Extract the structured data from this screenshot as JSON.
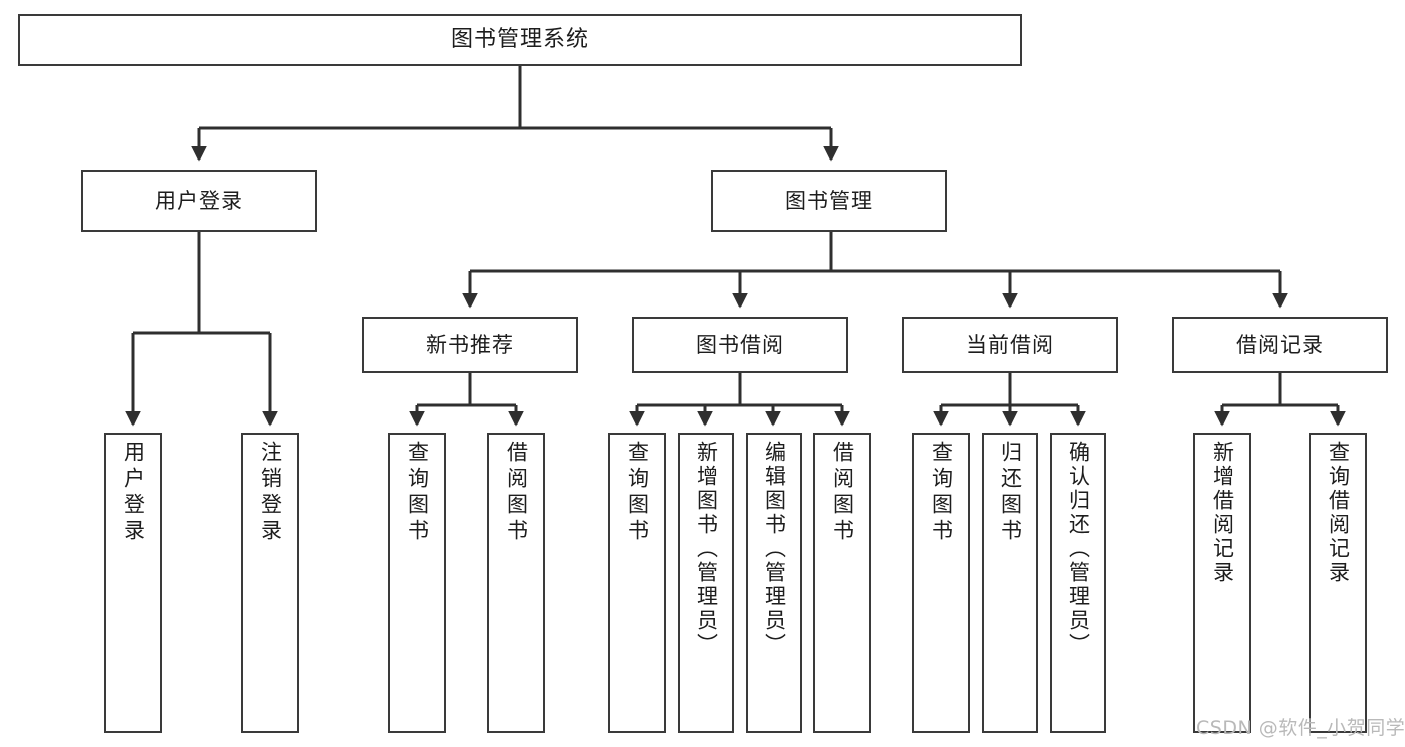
{
  "diagram": {
    "title": "图书管理系统",
    "type": "tree",
    "orientation": "top-down",
    "colors": {
      "box_border": "#3a3a3a",
      "box_fill": "#ffffff",
      "connector": "#2f2f2f",
      "text": "#1d1d1d",
      "watermark": "#b9b9b9",
      "background": "#ffffff"
    }
  },
  "nodes": {
    "root": {
      "label": "图书管理系统",
      "level": 1
    },
    "level2": [
      {
        "id": "user-login",
        "label": "用户登录"
      },
      {
        "id": "book-manage",
        "label": "图书管理"
      }
    ],
    "level3": [
      {
        "id": "new-book-recommend",
        "label": "新书推荐",
        "parent": "book-manage"
      },
      {
        "id": "book-borrow",
        "label": "图书借阅",
        "parent": "book-manage"
      },
      {
        "id": "current-borrow",
        "label": "当前借阅",
        "parent": "book-manage"
      },
      {
        "id": "borrow-record",
        "label": "借阅记录",
        "parent": "book-manage"
      }
    ],
    "leaves": {
      "user-login": [
        {
          "id": "leaf-user-login",
          "label": "用户登录"
        },
        {
          "id": "leaf-logout",
          "label": "注销登录"
        }
      ],
      "new-book-recommend": [
        {
          "id": "leaf-query-book-1",
          "label": "查询图书"
        },
        {
          "id": "leaf-borrow-book-1",
          "label": "借阅图书"
        }
      ],
      "book-borrow": [
        {
          "id": "leaf-query-book-2",
          "label": "查询图书"
        },
        {
          "id": "leaf-add-book",
          "label": "新增图书（管理员）"
        },
        {
          "id": "leaf-edit-book",
          "label": "编辑图书（管理员）"
        },
        {
          "id": "leaf-borrow-book-2",
          "label": "借阅图书"
        }
      ],
      "current-borrow": [
        {
          "id": "leaf-query-book-3",
          "label": "查询图书"
        },
        {
          "id": "leaf-return-book",
          "label": "归还图书"
        },
        {
          "id": "leaf-confirm-return",
          "label": "确认归还（管理员）"
        }
      ],
      "borrow-record": [
        {
          "id": "leaf-add-record",
          "label": "新增借阅记录"
        },
        {
          "id": "leaf-query-record",
          "label": "查询借阅记录"
        }
      ]
    }
  },
  "watermark": {
    "text": "CSDN @软件_小贺同学"
  }
}
